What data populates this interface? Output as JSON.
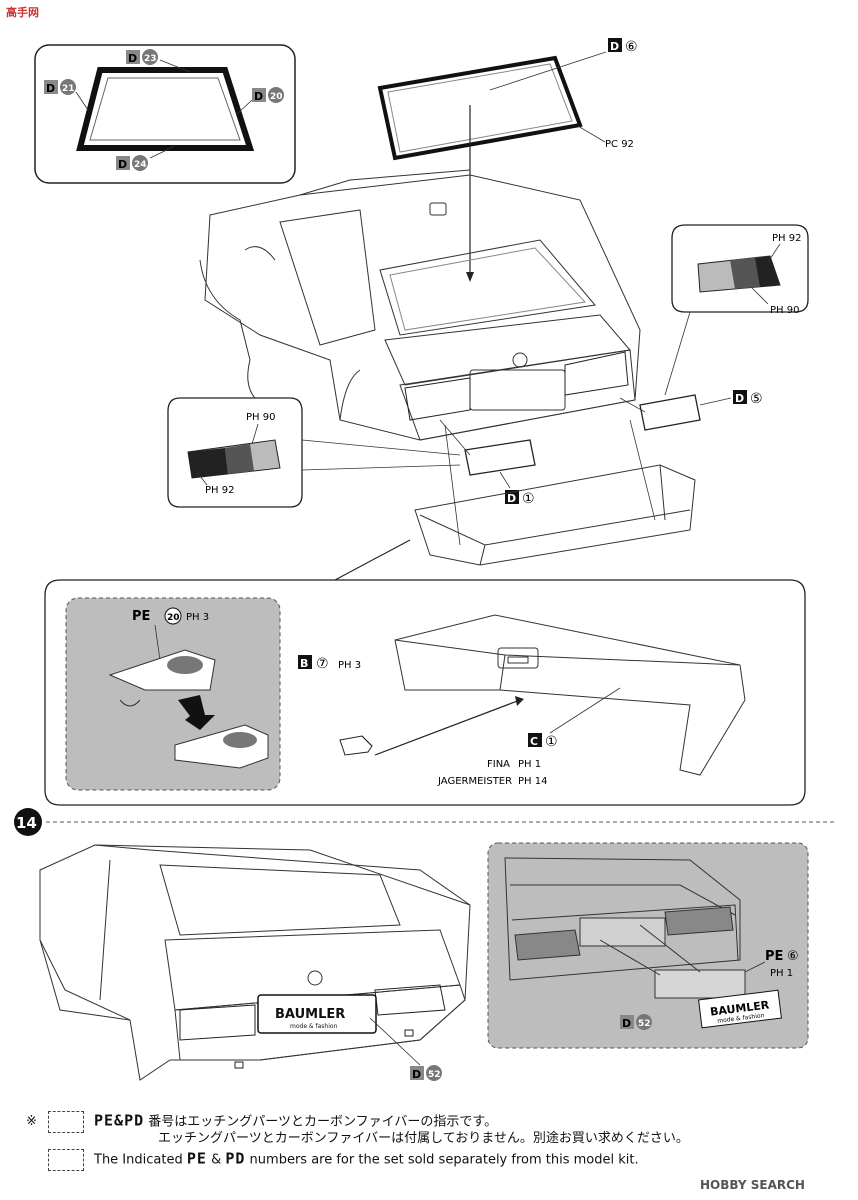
{
  "watermark": {
    "text": "高手网"
  },
  "corner_watermark": {
    "logo_text": "HOBBY SEARCH"
  },
  "step": {
    "number": "14"
  },
  "parts": {
    "d23": "D",
    "d23n": "23",
    "d21": "D",
    "d21n": "21",
    "d20": "D",
    "d20n": "20",
    "d24": "D",
    "d24n": "24",
    "d6": "D",
    "d6n": "⑥",
    "pc92": "PC 92",
    "ph92a": "PH 92",
    "ph90a": "PH 90",
    "d5": "D",
    "d5n": "⑤",
    "ph90b": "PH 90",
    "ph92b": "PH 92",
    "d1": "D",
    "d1n": "①",
    "pe20": "PE",
    "pe20n": "20",
    "pe20ph": "PH 3",
    "b7": "B",
    "b7n": "⑦",
    "b7ph": "PH 3",
    "c1": "C",
    "c1n": "①",
    "fina": "FINA",
    "fina_ph": "PH 1",
    "jager": "JAGERMEISTER",
    "jager_ph": "PH 14",
    "pe6": "PE",
    "pe6n": "⑥",
    "pe6ph": "PH 1",
    "d52a": "D",
    "d52an": "52",
    "d52b": "D",
    "d52bn": "52",
    "plate1": "BAUMLER",
    "plate1sub": "mode & fashion",
    "plate2": "BAUMLER",
    "plate2sub": "mode & fashion"
  },
  "notes": {
    "asterisk": "※",
    "jp_line1_pe": "PE&PD",
    "jp_line1": "番号はエッチングパーツとカーボンファイバーの指示です。",
    "jp_line2": "エッチングパーツとカーボンファイバーは付属しておりません。別途お買い求めください。",
    "en_pre": "The Indicated",
    "en_pe": "PE",
    "en_amp": "&",
    "en_pd": "PD",
    "en_post": "numbers are for the set sold separately from this model kit."
  }
}
